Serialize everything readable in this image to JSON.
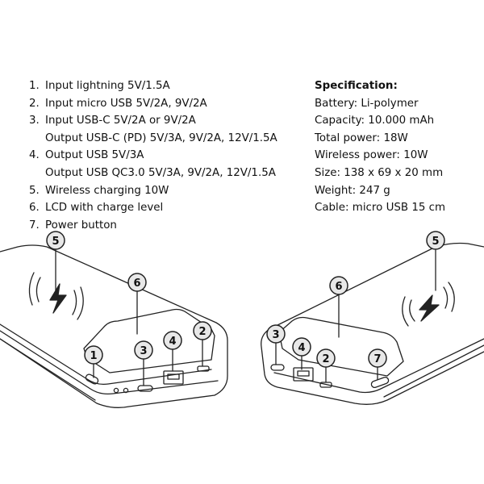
{
  "features": [
    {
      "num": "1.",
      "lines": [
        "Input lightning 5V/1.5A"
      ]
    },
    {
      "num": "2.",
      "lines": [
        "Input micro USB 5V/2A, 9V/2A"
      ]
    },
    {
      "num": "3.",
      "lines": [
        "Input USB-C 5V/2A or 9V/2A",
        "Output USB-C (PD) 5V/3A, 9V/2A, 12V/1.5A"
      ]
    },
    {
      "num": "4.",
      "lines": [
        "Output USB 5V/3A",
        "Output USB QC3.0 5V/3A, 9V/2A, 12V/1.5A"
      ]
    },
    {
      "num": "5.",
      "lines": [
        "Wireless charging 10W"
      ]
    },
    {
      "num": "6.",
      "lines": [
        "LCD with charge level"
      ]
    },
    {
      "num": "7.",
      "lines": [
        "Power button"
      ]
    }
  ],
  "specification": {
    "title": "Specification:",
    "items": [
      "Battery: Li-polymer",
      "Capacity: 10.000 mAh",
      "Total power: 18W",
      "Wireless power: 10W",
      "Size: 138 x 69 x 20 mm",
      "Weight: 247 g",
      "Cable: micro USB 15 cm"
    ]
  },
  "callouts": {
    "left": [
      "5",
      "6",
      "1",
      "3",
      "4",
      "2"
    ],
    "right": [
      "5",
      "6",
      "3",
      "4",
      "2",
      "7"
    ]
  },
  "colors": {
    "line": "#222222",
    "badge": "#e8e8e8"
  }
}
